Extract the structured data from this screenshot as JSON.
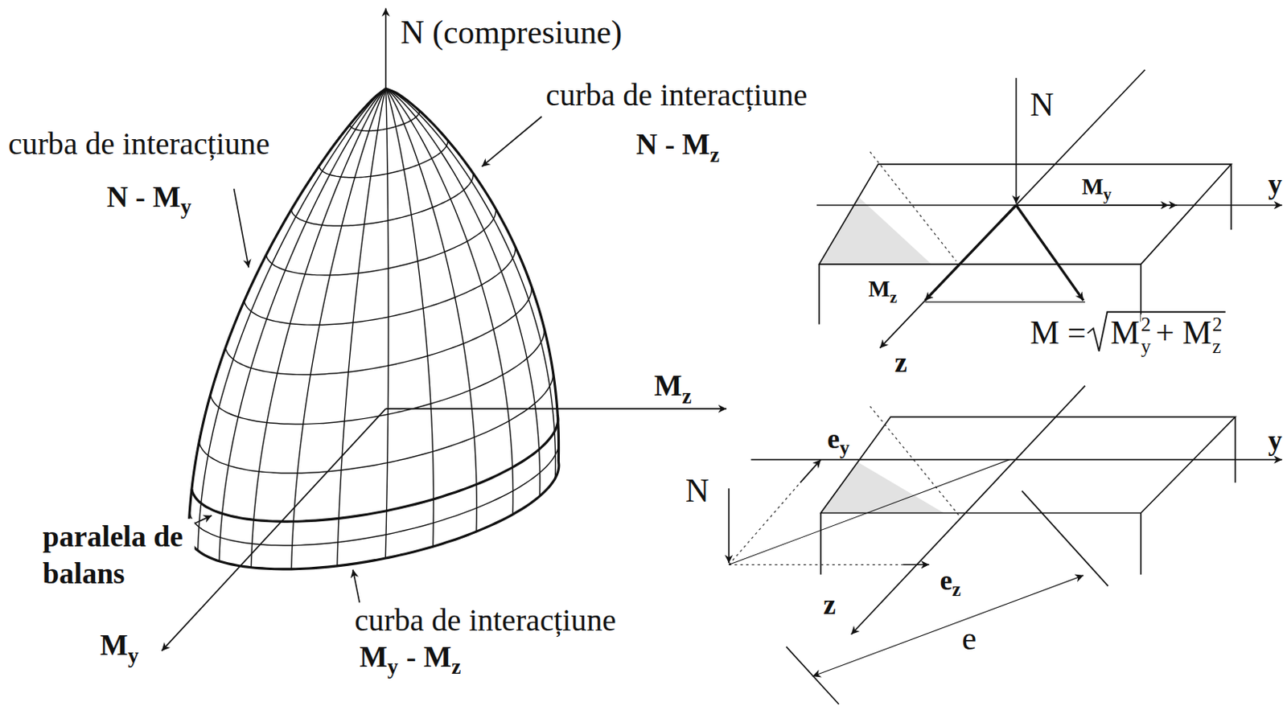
{
  "diagram": {
    "labels": [
      "N (compresiune)",
      "curba de interacțiune",
      "N - M",
      "z",
      "curba de interacțiune",
      "N - M",
      "y",
      "M",
      "z",
      "paralela de balans",
      "curba de interacțiune",
      "M",
      "y",
      "- M",
      "z",
      "M",
      "y",
      "N",
      "M",
      "y",
      "M",
      "z",
      "z",
      "y",
      "M =",
      "M",
      "2",
      "y",
      "+ M",
      "2",
      "z",
      "N",
      "e",
      "y",
      "e",
      "z",
      "z",
      "y",
      "e"
    ]
  }
}
